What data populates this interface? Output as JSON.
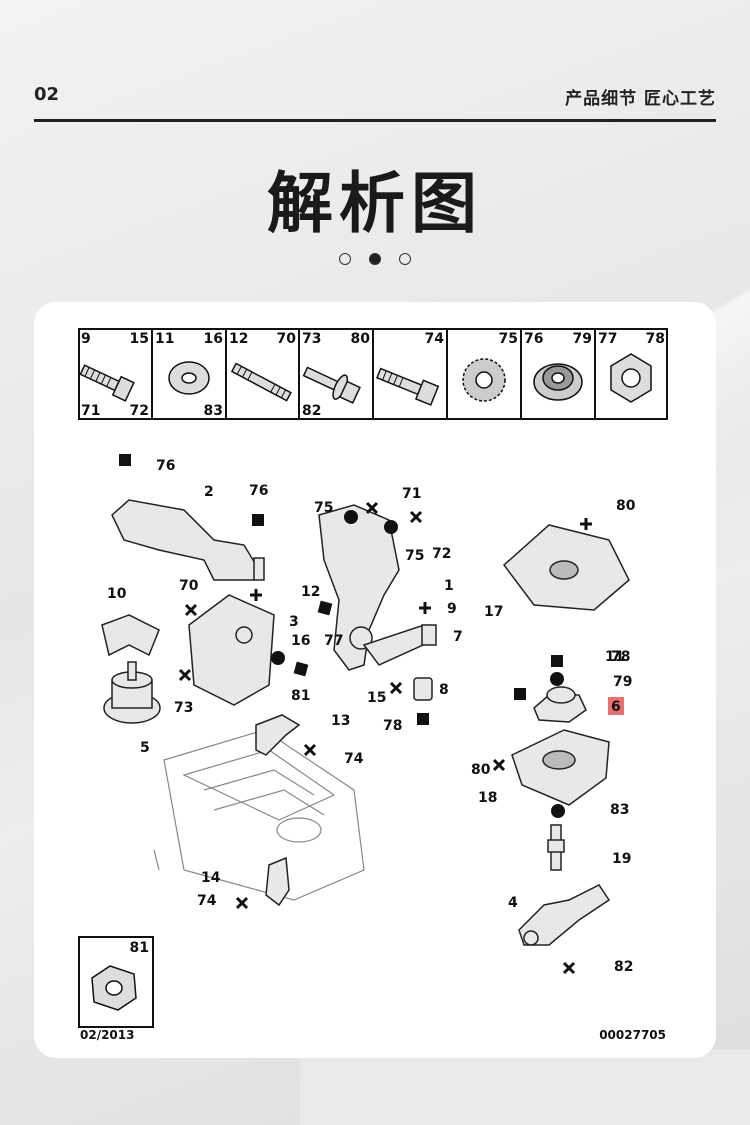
{
  "header": {
    "page_number": "02",
    "tagline": "产品细节 匠心工艺"
  },
  "title": "解析图",
  "pager": {
    "count": 3,
    "active": 1
  },
  "parts_table": [
    {
      "labels": [
        "9",
        "15",
        "71",
        "72"
      ],
      "icon": "bolt-icon"
    },
    {
      "labels": [
        "11",
        "16",
        "83"
      ],
      "icon": "washer-icon"
    },
    {
      "labels": [
        "12",
        "70"
      ],
      "icon": "stud-icon"
    },
    {
      "labels": [
        "73",
        "80",
        "82"
      ],
      "icon": "bolt-washer-icon"
    },
    {
      "labels": [
        "74"
      ],
      "icon": "long-bolt-icon"
    },
    {
      "labels": [
        "75"
      ],
      "icon": "serrated-washer-icon"
    },
    {
      "labels": [
        "76",
        "79"
      ],
      "icon": "flanged-nut-icon"
    },
    {
      "labels": [
        "77",
        "78"
      ],
      "icon": "hex-nut-icon"
    }
  ],
  "callouts": [
    "76",
    "2",
    "76",
    "75",
    "71",
    "75",
    "72",
    "1",
    "80",
    "10",
    "70",
    "12",
    "3",
    "16",
    "81",
    "77",
    "9",
    "7",
    "17",
    "73",
    "5",
    "15",
    "8",
    "78",
    "11",
    "79",
    "6",
    "78",
    "13",
    "74",
    "80",
    "18",
    "83",
    "19",
    "14",
    "74",
    "4",
    "82"
  ],
  "highlight_callout": "6",
  "inset": {
    "label": "81",
    "icon": "nut-icon"
  },
  "footer": {
    "date": "02/2013",
    "doc_number": "00027705"
  }
}
